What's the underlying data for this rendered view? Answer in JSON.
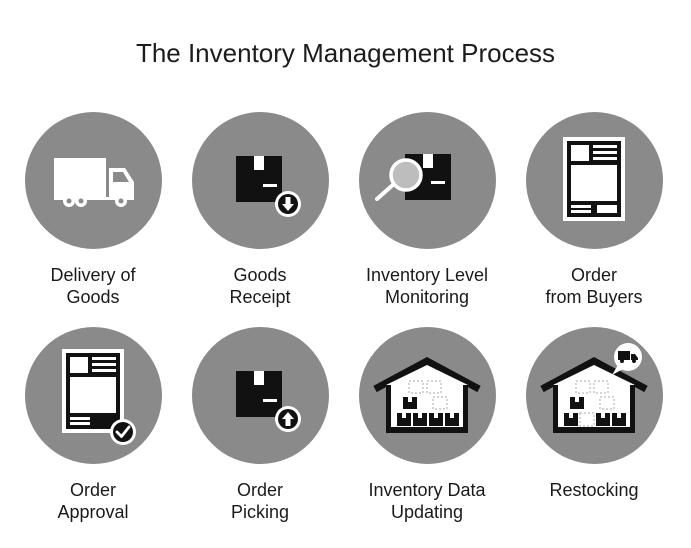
{
  "title": "The Inventory Management Process",
  "steps": [
    {
      "label": "Delivery of\nGoods",
      "icon": "delivery-truck-icon"
    },
    {
      "label": "Goods\nReceipt",
      "icon": "box-download-icon"
    },
    {
      "label": "Inventory Level\nMonitoring",
      "icon": "magnifier-box-icon"
    },
    {
      "label": "Order\nfrom Buyers",
      "icon": "order-document-icon"
    },
    {
      "label": "Order\nApproval",
      "icon": "document-check-icon"
    },
    {
      "label": "Order\nPicking",
      "icon": "box-upload-icon"
    },
    {
      "label": "Inventory Data\nUpdating",
      "icon": "warehouse-icon"
    },
    {
      "label": "Restocking",
      "icon": "warehouse-truck-icon"
    }
  ],
  "colors": {
    "circle": "#8a8a8a",
    "icon_dark": "#111111",
    "icon_light": "#ffffff"
  }
}
